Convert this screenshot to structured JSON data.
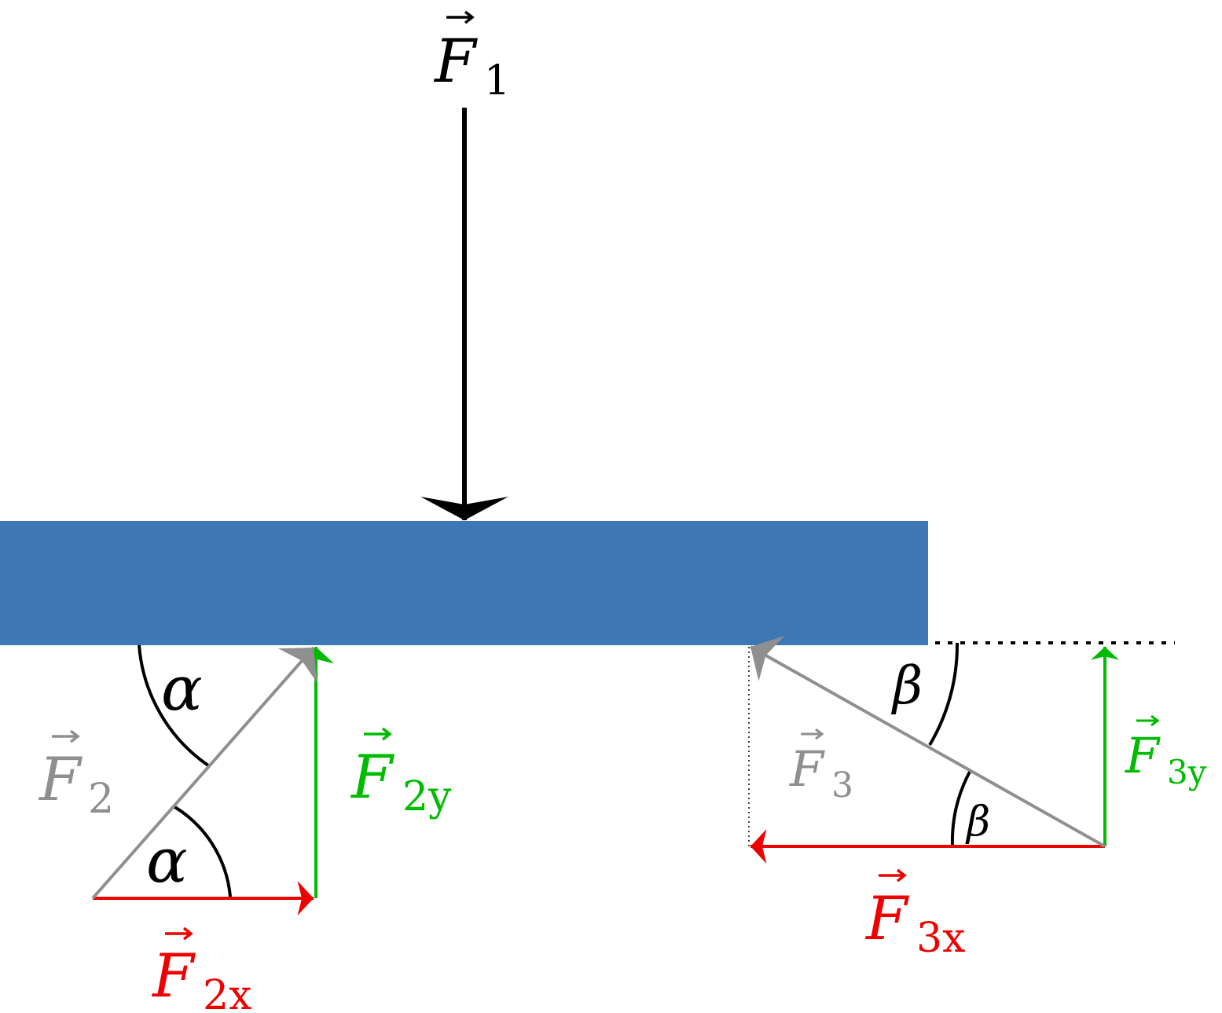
{
  "colors": {
    "beam": "#3d78b4",
    "black": "#000000",
    "gray": "#8f8f8f",
    "red": "#ee0000",
    "green": "#00bb00"
  },
  "labels": {
    "f1": {
      "main": "F",
      "sub": "1"
    },
    "f2": {
      "main": "F",
      "sub": "2"
    },
    "f2x": {
      "main": "F",
      "sub": "2x"
    },
    "f2y": {
      "main": "F",
      "sub": "2y"
    },
    "f3": {
      "main": "F",
      "sub": "3"
    },
    "f3x": {
      "main": "F",
      "sub": "3x"
    },
    "f3y": {
      "main": "F",
      "sub": "3y"
    },
    "alpha": "α",
    "beta": "β"
  }
}
